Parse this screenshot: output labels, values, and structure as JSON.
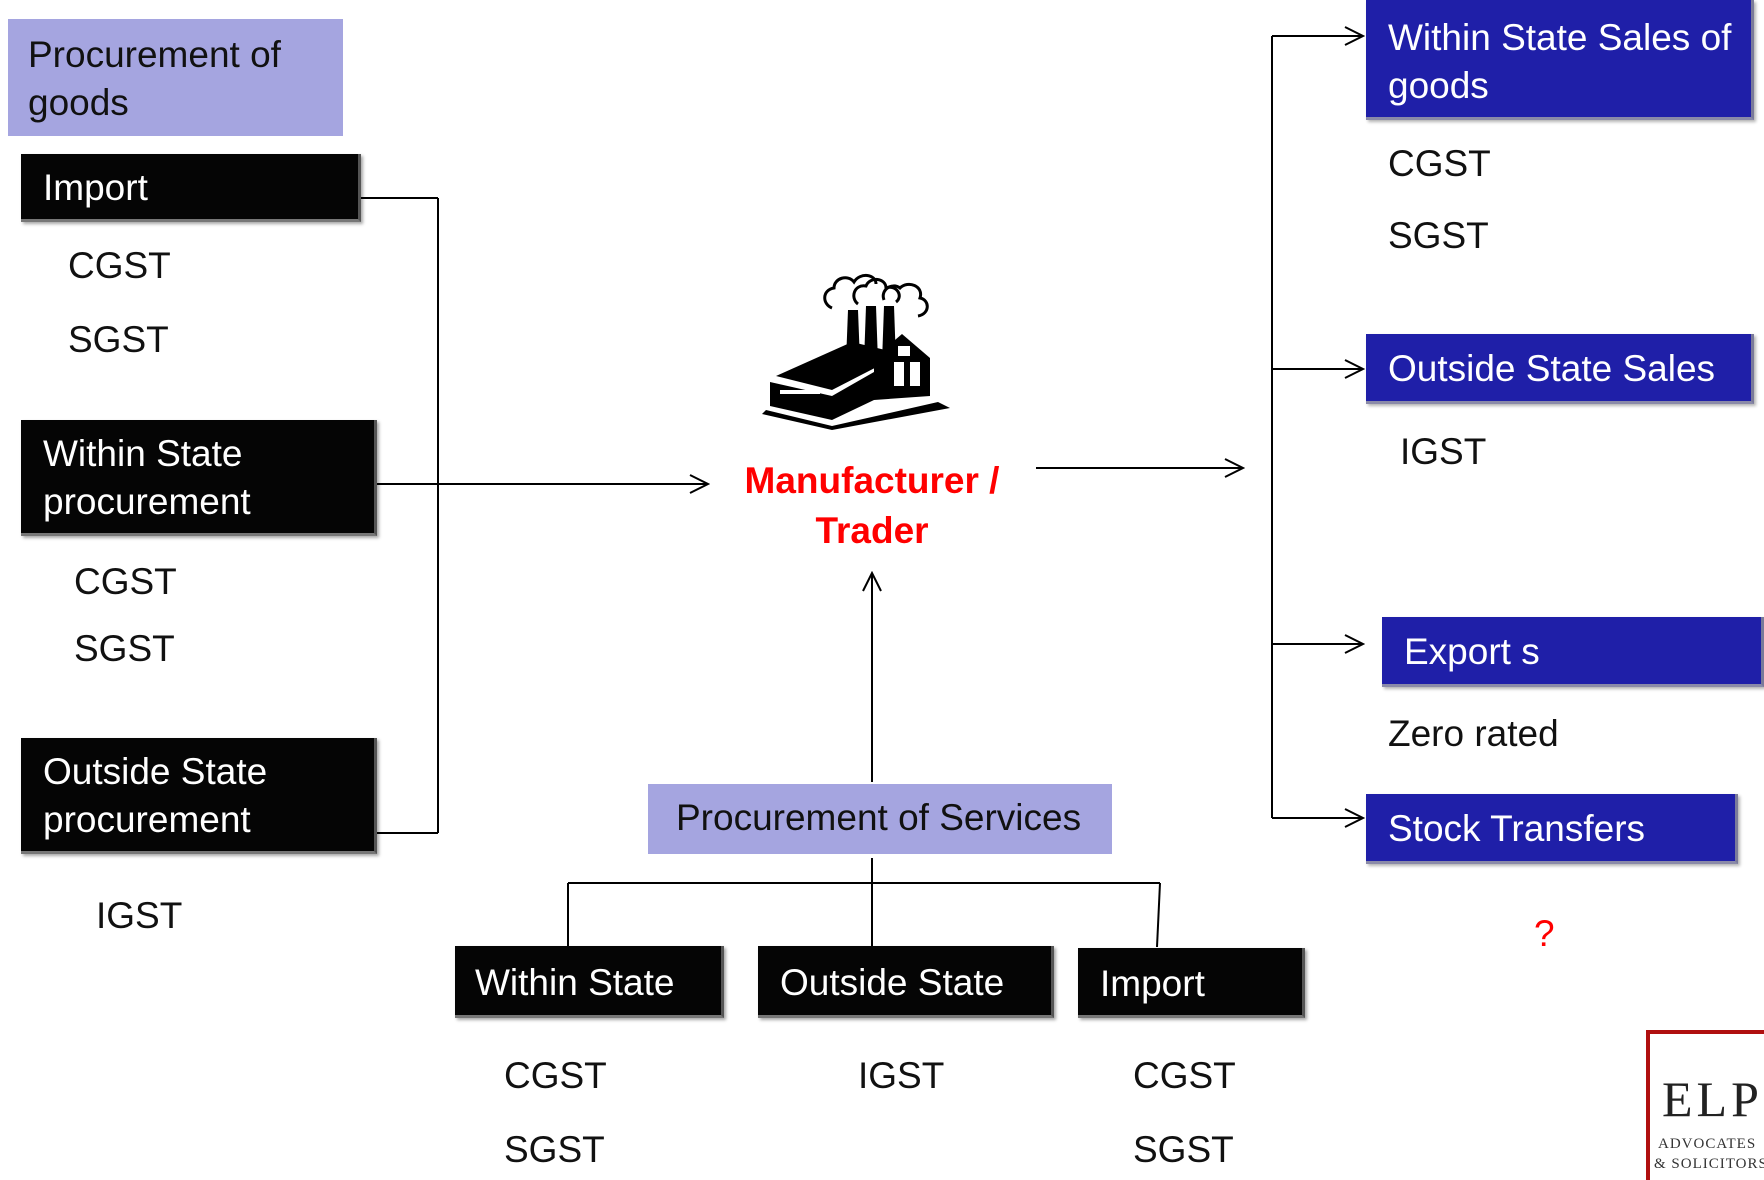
{
  "goods": {
    "header": "Procurement of goods",
    "import": {
      "label": "Import",
      "taxes": [
        "CGST",
        "SGST"
      ]
    },
    "within_state": {
      "label": "Within State procurement",
      "taxes": [
        "CGST",
        "SGST"
      ]
    },
    "outside_state": {
      "label": "Outside State procurement",
      "taxes": [
        "IGST"
      ]
    }
  },
  "center": {
    "label": "Manufacturer / Trader",
    "icon": "factory-icon"
  },
  "services": {
    "header": "Procurement of Services",
    "within_state": {
      "label": "Within State",
      "taxes": [
        "CGST",
        "SGST"
      ]
    },
    "outside_state": {
      "label": "Outside State",
      "taxes": [
        "IGST"
      ]
    },
    "import": {
      "label": "Import",
      "taxes": [
        "CGST",
        "SGST"
      ]
    }
  },
  "sales": {
    "within_state": {
      "label": "Within State Sales of goods",
      "taxes": [
        "CGST",
        "SGST"
      ]
    },
    "outside_state": {
      "label": "Outside State Sales",
      "taxes": [
        "IGST"
      ]
    },
    "exports": {
      "label": "Export s",
      "note": "Zero rated"
    },
    "stock_transfers": {
      "label": "Stock Transfers",
      "note": "?"
    }
  },
  "logo": {
    "mark": "ELP",
    "line1": "ADVOCATES",
    "line2": "& SOLICITORS"
  },
  "colors": {
    "lavender": "#a5a5e0",
    "black_box": "#050505",
    "blue_box": "#1f1fa8",
    "accent_red": "#ff0000",
    "logo_red": "#b01010"
  }
}
